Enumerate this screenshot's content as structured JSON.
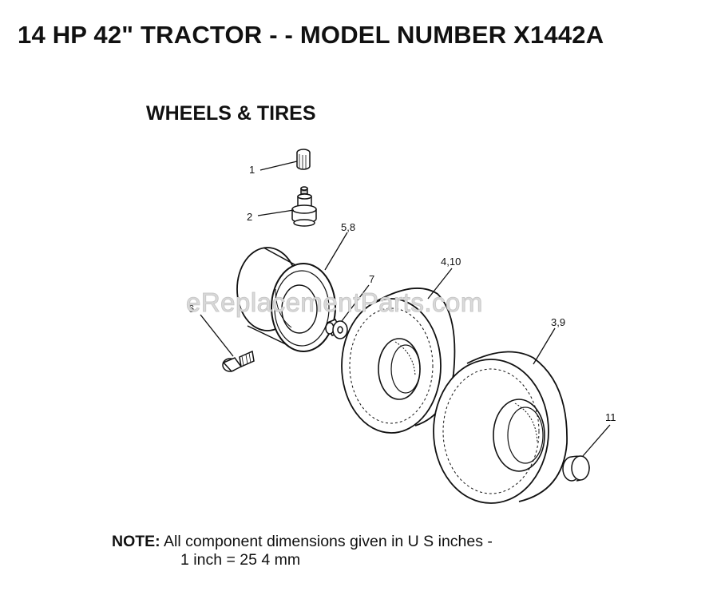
{
  "header": {
    "title": "14 HP 42\" TRACTOR - - MODEL NUMBER X1442A",
    "section": "WHEELS & TIRES"
  },
  "callouts": {
    "p1": "1",
    "p2": "2",
    "p3_9": "3,9",
    "p4_10": "4,10",
    "p5_8": "5,8",
    "p6": "6",
    "p7": "7",
    "p11": "11"
  },
  "watermark": "eReplacementParts.com",
  "note": {
    "label": "NOTE:",
    "line1": "All component dimensions given in U S  inches -",
    "line2": "1 inch = 25 4 mm"
  },
  "icons": [
    "cap-icon",
    "valve-stem-icon",
    "wheel-rim-icon",
    "bolt-icon",
    "washer-icon",
    "tire-icon",
    "hub-cap-icon"
  ]
}
